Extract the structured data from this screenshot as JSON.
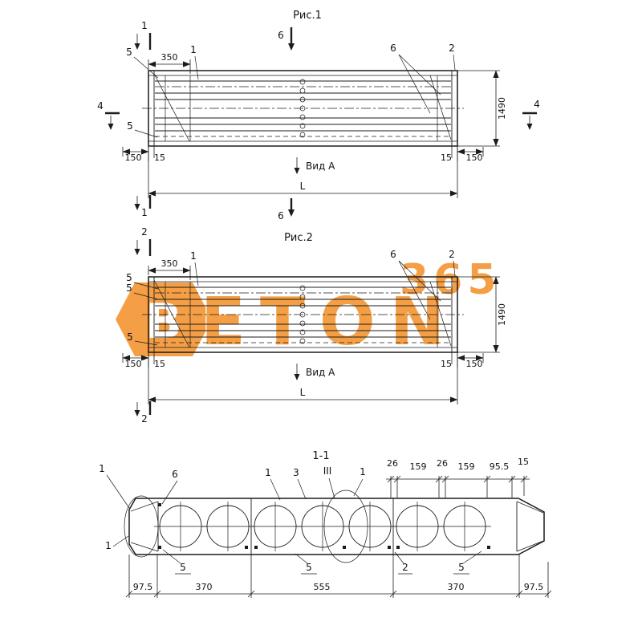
{
  "colors": {
    "line": "#1c1c1c",
    "watermark_orange": "#f28511"
  },
  "watermark": {
    "badge_letter": "B",
    "text": "ETON",
    "number": "365"
  },
  "fig1": {
    "title": "Рис.1",
    "cut_top_1": "1",
    "cut_bottom_1": "1",
    "cut_top_6": "6",
    "cut_bottom_6": "6",
    "cut_left_4": "4",
    "cut_right_4": "4",
    "pos_5_top": "5",
    "pos_5_mid": "5",
    "pos_1": "1",
    "pos_6": "6",
    "pos_2": "2",
    "dim_350": "350",
    "dim_1490": "1490",
    "dim_150_left": "150",
    "dim_15_left": "15",
    "dim_15_right": "15",
    "dim_150_right": "150",
    "dim_length": "L",
    "view_label": "Вид А"
  },
  "fig2": {
    "title": "Рис.2",
    "cut_top_2": "2",
    "cut_bottom_2": "2",
    "pos_5_a": "5",
    "pos_5_b": "5",
    "pos_5_c": "5",
    "pos_1": "1",
    "pos_6": "6",
    "pos_2": "2",
    "dim_350": "350",
    "dim_1490": "1490",
    "dim_150_left": "150",
    "dim_15_left": "15",
    "dim_15_right": "15",
    "dim_150_right": "150",
    "dim_length": "L",
    "view_label": "Вид А"
  },
  "section": {
    "title": "1-1",
    "pos_1_left": "1",
    "pos_6": "6",
    "pos_1_a": "1",
    "pos_3": "3",
    "pos_iii": "III",
    "pos_1_b": "1",
    "pos_1_bottom": "1",
    "pos_5_a": "5",
    "pos_5_b": "5",
    "pos_2": "2",
    "pos_5_c": "5",
    "dim_26_a": "26",
    "dim_159_a": "159",
    "dim_26_b": "26",
    "dim_159_b": "159",
    "dim_95_5": "95.5",
    "dim_15": "15",
    "dim_97_5_left": "97.5",
    "dim_370_left": "370",
    "dim_555": "555",
    "dim_370_right": "370",
    "dim_97_5_right": "97.5"
  }
}
